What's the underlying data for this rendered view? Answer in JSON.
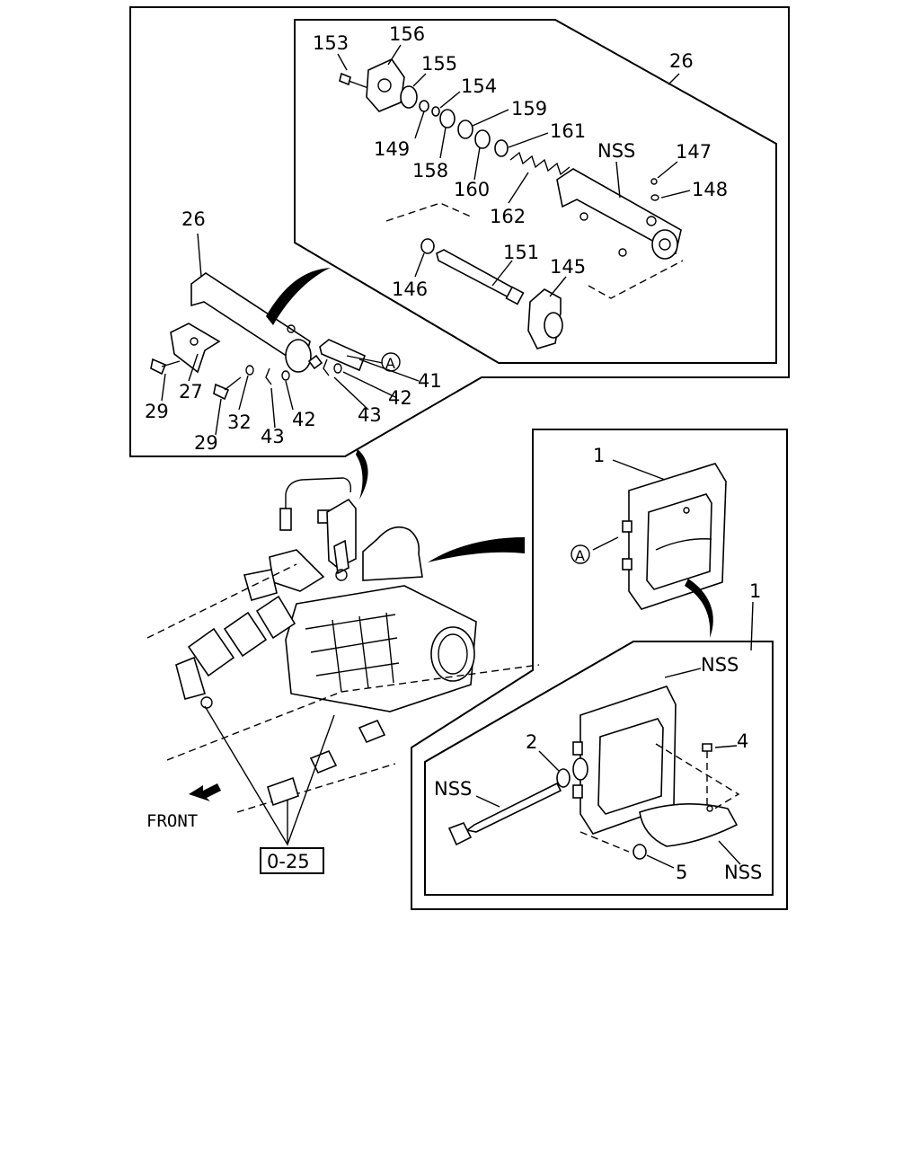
{
  "labels": {
    "l153": "153",
    "l156": "156",
    "l155": "155",
    "l154": "154",
    "l149": "149",
    "l159": "159",
    "l158": "158",
    "l161": "161",
    "l160": "160",
    "l162": "162",
    "l26a": "26",
    "lnss1": "NSS",
    "l147": "147",
    "l148": "148",
    "l151": "151",
    "l145": "145",
    "l146": "146",
    "l26b": "26",
    "l41": "41",
    "l42a": "42",
    "l42b": "42",
    "l43a": "43",
    "l43b": "43",
    "l29a": "29",
    "l29b": "29",
    "l27": "27",
    "l32": "32",
    "l1a": "1",
    "l1b": "1",
    "lnss2": "NSS",
    "l2": "2",
    "l4": "4",
    "lnss3": "NSS",
    "l5": "5",
    "lnss4": "NSS",
    "front": "FRONT",
    "ref": "0-25",
    "circA1": "A",
    "circA2": "A"
  }
}
